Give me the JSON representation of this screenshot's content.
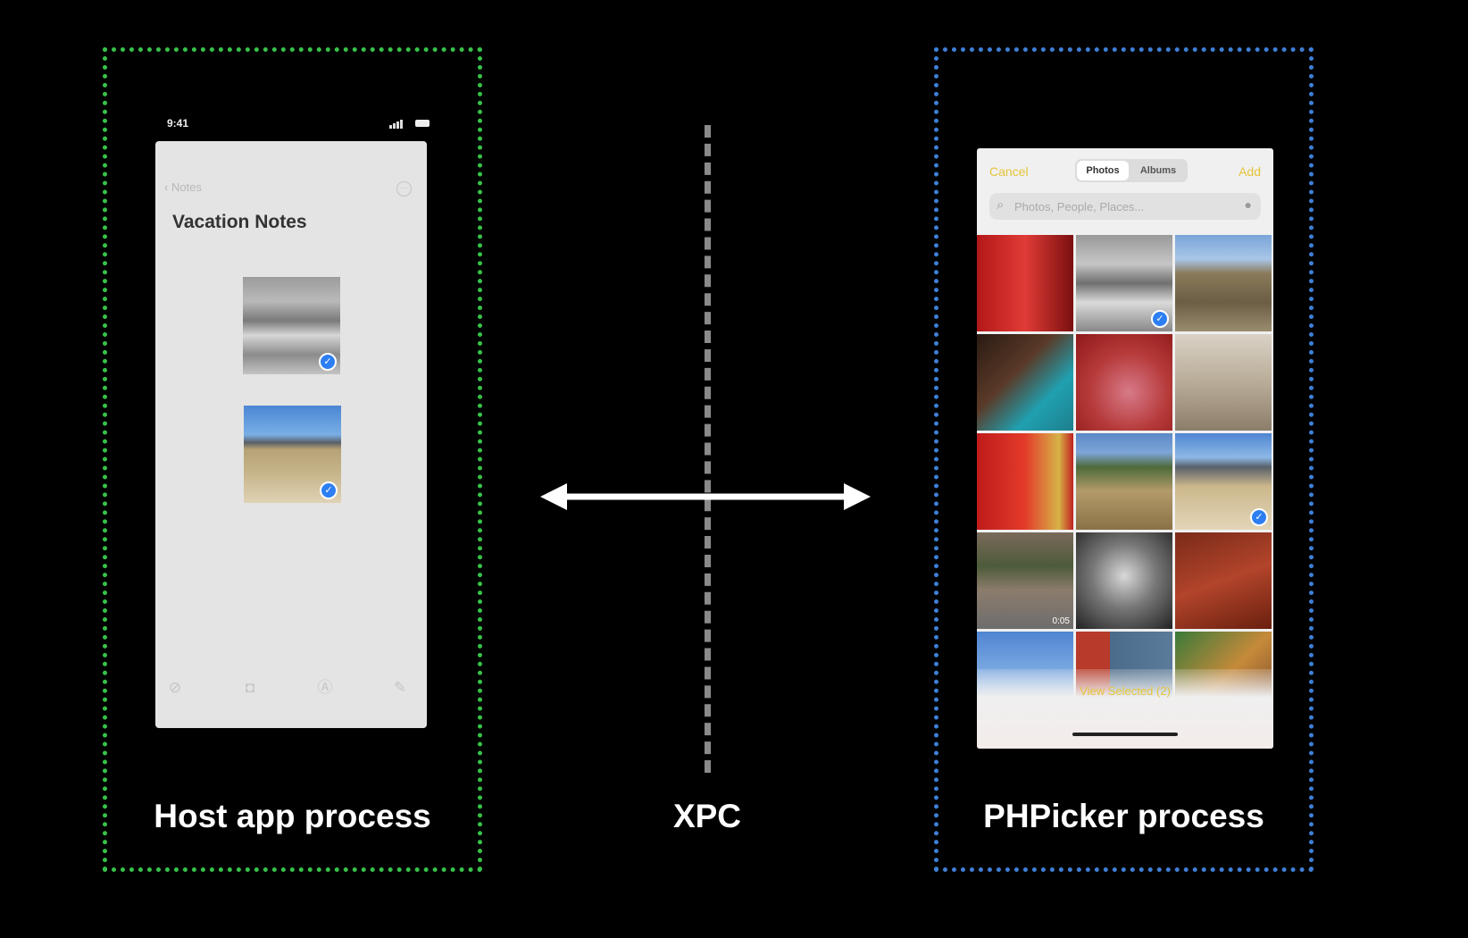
{
  "host": {
    "caption": "Host app process",
    "status_time": "9:41",
    "back_label": "Notes",
    "title": "Vacation Notes",
    "images": [
      {
        "name": "snowy-landscape",
        "selected": true
      },
      {
        "name": "mountain-field",
        "selected": true
      }
    ],
    "toolbar_icons": [
      "checklist-icon",
      "camera-icon",
      "pen-icon",
      "compose-icon"
    ]
  },
  "xpc": {
    "label": "XPC"
  },
  "picker": {
    "caption": "PHPicker process",
    "cancel_label": "Cancel",
    "add_label": "Add",
    "tabs": [
      "Photos",
      "Albums"
    ],
    "search_placeholder": "Photos, People, Places...",
    "view_selected_label": "View Selected (2)",
    "video_duration": "0:05",
    "grid": [
      {
        "name": "red-wall-photo",
        "selected": false
      },
      {
        "name": "snowy-landscape-photo",
        "selected": true
      },
      {
        "name": "desert-photo",
        "selected": false
      },
      {
        "name": "man-portrait-photo",
        "selected": false
      },
      {
        "name": "drink-photo",
        "selected": false
      },
      {
        "name": "people-photo",
        "selected": false
      },
      {
        "name": "red-door-girl-photo",
        "selected": false
      },
      {
        "name": "field-photo",
        "selected": false
      },
      {
        "name": "mountain-field-photo",
        "selected": true
      },
      {
        "name": "street-video",
        "selected": false
      },
      {
        "name": "woman-bw-photo",
        "selected": false
      },
      {
        "name": "red-canyon-photo",
        "selected": false
      },
      {
        "name": "sky-photo",
        "selected": false
      },
      {
        "name": "windows-photo",
        "selected": false
      },
      {
        "name": "woman-face-photo",
        "selected": false
      }
    ]
  },
  "colors": {
    "host_border": "#37c24a",
    "picker_border": "#3f7fd6",
    "accent": "#e5c43a",
    "check": "#2d7ef2"
  }
}
